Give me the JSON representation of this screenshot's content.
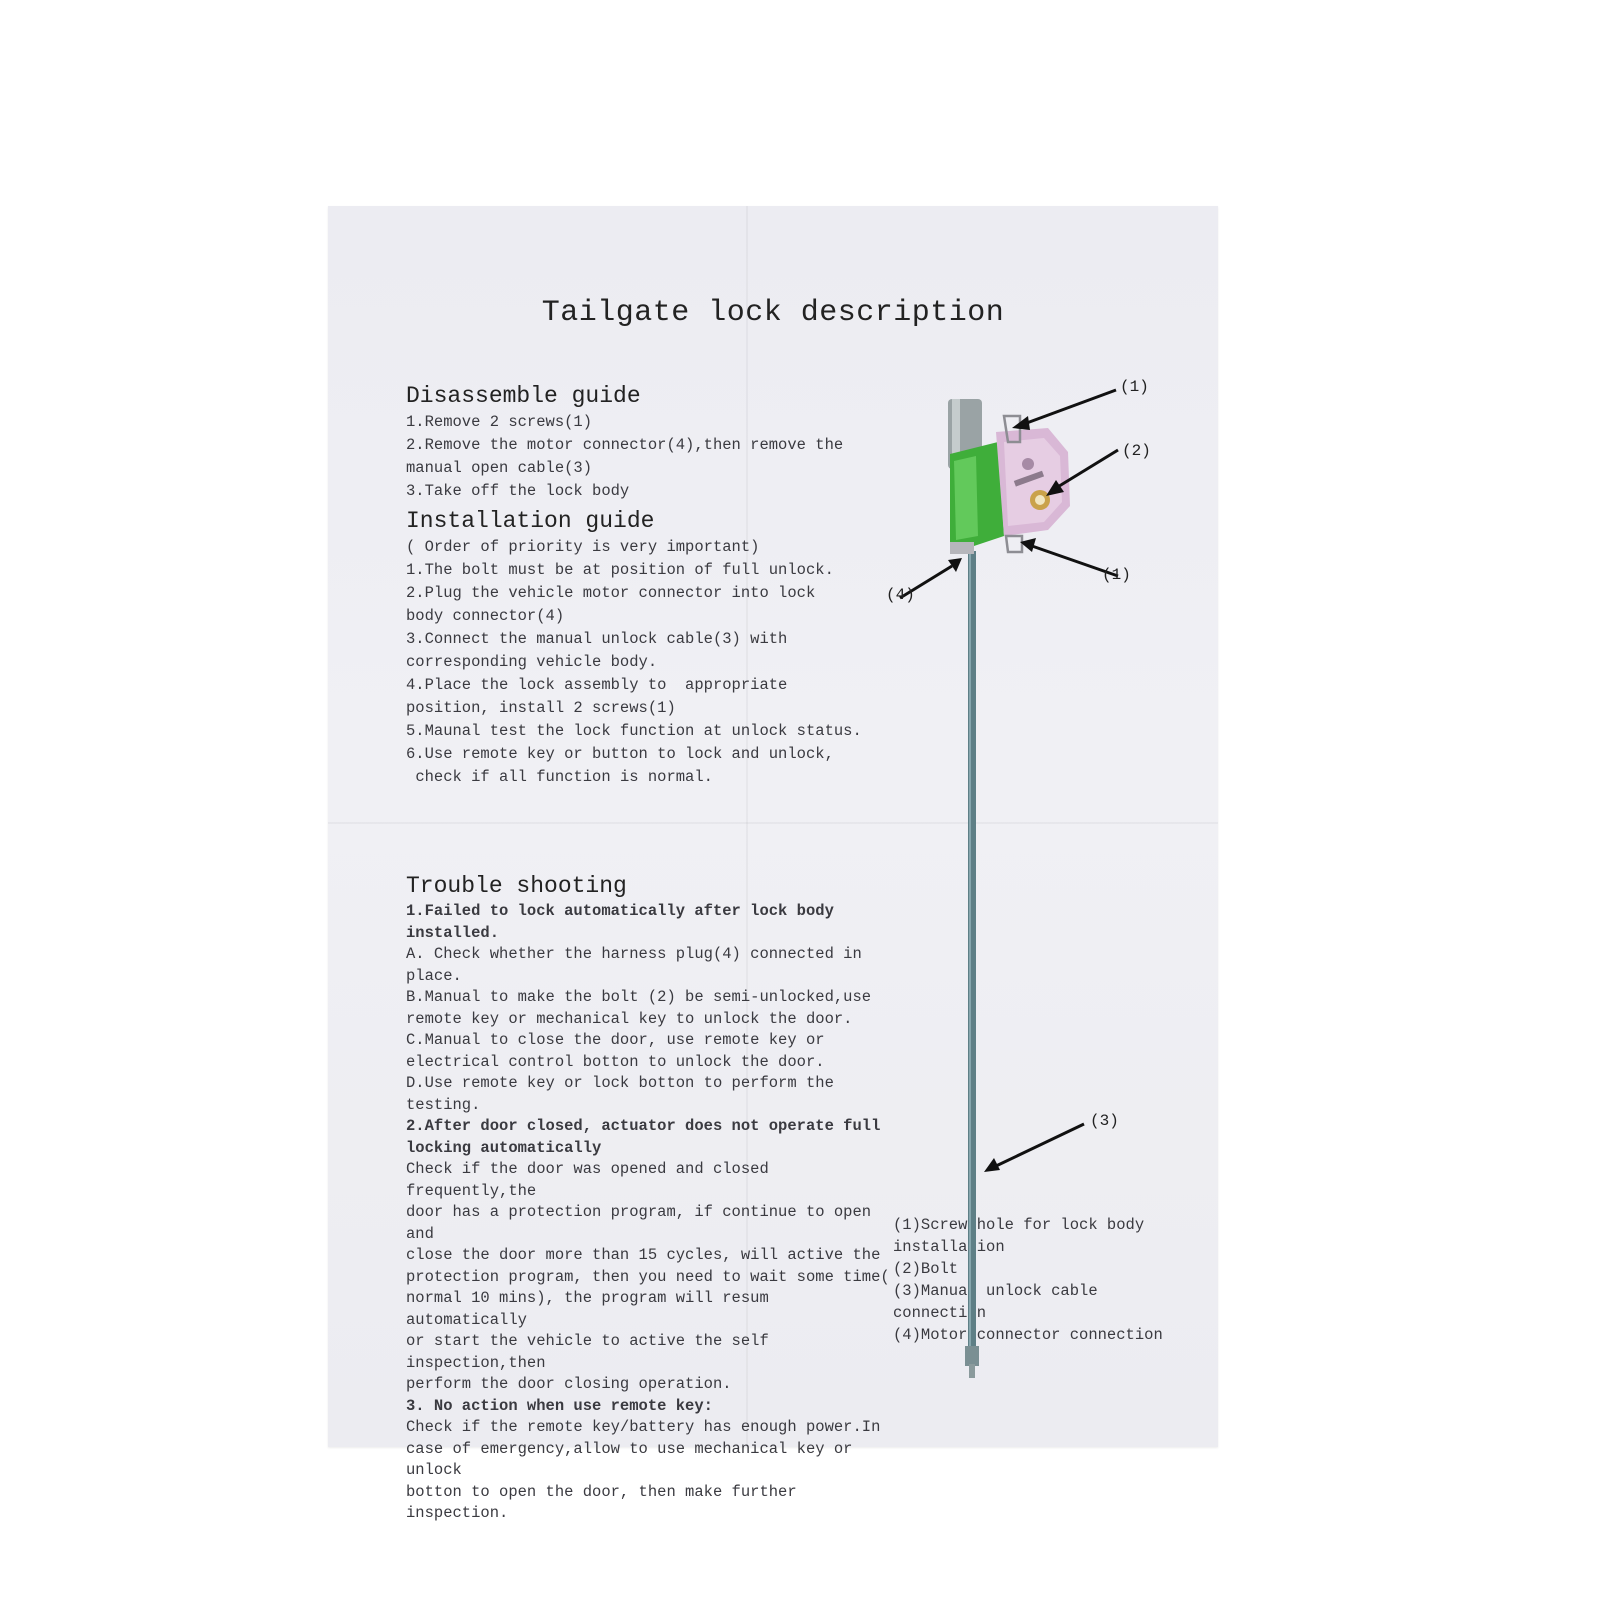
{
  "title": "Tailgate lock description",
  "disassemble": {
    "heading": "Disassemble guide",
    "lines": [
      "1.Remove 2 screws(1)",
      "2.Remove the motor connector(4),then remove the",
      "manual open cable(3)",
      "3.Take off the lock body"
    ]
  },
  "installation": {
    "heading": "Installation guide",
    "lines": [
      "( Order of priority is very important)",
      "1.The bolt must be at position of full unlock.",
      "2.Plug the vehicle motor connector into lock",
      "body connector(4)",
      "3.Connect the manual unlock cable(3) with",
      "corresponding vehicle body.",
      "4.Place the lock assembly to  appropriate",
      "position, install 2 screws(1)",
      "5.Maunal test the lock function at unlock status.",
      "6.Use remote key or button to lock and unlock,",
      " check if all function is normal."
    ]
  },
  "trouble": {
    "heading": "Trouble shooting",
    "lines": [
      {
        "text": "1.Failed to lock automatically after lock body",
        "bold": true
      },
      {
        "text": "installed.",
        "bold": true
      },
      {
        "text": "A. Check whether the harness plug(4) connected in",
        "bold": false
      },
      {
        "text": "place.",
        "bold": false
      },
      {
        "text": "B.Manual to make the bolt (2) be semi-unlocked,use",
        "bold": false
      },
      {
        "text": "remote key or mechanical key to unlock the door.",
        "bold": false
      },
      {
        "text": "C.Manual to close the door, use remote key or",
        "bold": false
      },
      {
        "text": "electrical control botton to unlock the door.",
        "bold": false
      },
      {
        "text": "D.Use remote key or lock botton to perform the testing.",
        "bold": false
      },
      {
        "text": "2.After door closed, actuator does not operate full",
        "bold": true
      },
      {
        "text": "locking automatically",
        "bold": true
      },
      {
        "text": "Check if the door was opened and closed frequently,the",
        "bold": false
      },
      {
        "text": "door has a protection program, if continue to open and",
        "bold": false
      },
      {
        "text": "close the door more than 15 cycles, will active the",
        "bold": false
      },
      {
        "text": "protection program, then you need to wait some time(",
        "bold": false
      },
      {
        "text": "normal 10 mins), the program will resum automatically",
        "bold": false
      },
      {
        "text": "or start the vehicle to active the self inspection,then",
        "bold": false
      },
      {
        "text": "perform the door closing operation.",
        "bold": false
      },
      {
        "text": "3. No action when use remote key:",
        "bold": true
      },
      {
        "text": "Check if the remote key/battery has enough power.In",
        "bold": false
      },
      {
        "text": "case of emergency,allow to use mechanical key or unlock",
        "bold": false
      },
      {
        "text": "botton to open the door, then make further inspection.",
        "bold": false
      }
    ]
  },
  "legend": [
    "(1)Screw hole for lock body",
    "installation",
    "(2)Bolt",
    "(3)Manual unlock cable",
    "connection",
    "(4)Motor connector connection"
  ],
  "callouts": {
    "c1_top": "(1)",
    "c2": "(2)",
    "c1_bottom": "(1)",
    "c4": "(4)",
    "c3": "(3)"
  },
  "colors": {
    "paper": "#ededf2",
    "housing_green": "#3fae3a",
    "plate_pink": "#d9b8d6",
    "rod": "#5e7f86"
  }
}
